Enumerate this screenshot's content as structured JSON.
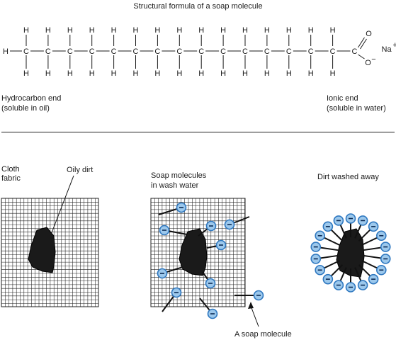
{
  "title": "Structural formula of a soap molecule",
  "formula": {
    "carbon_count": 16,
    "h_symbol": "H",
    "c_symbol": "C",
    "o_symbol": "O",
    "minus": "−",
    "na": "Na",
    "plus": "+"
  },
  "ends": {
    "hydrocarbon_line1": "Hydrocarbon end",
    "hydrocarbon_line2": "(soluble in oil)",
    "ionic_line1": "Ionic end",
    "ionic_line2": "(soluble in water)"
  },
  "panel1": {
    "cloth_line1": "Cloth",
    "cloth_line2": "fabric",
    "dirt_label": "Oily dirt"
  },
  "panel2": {
    "label_line1": "Soap molecules",
    "label_line2": "in wash water",
    "soap_label": "A soap molecule"
  },
  "panel3": {
    "label": "Dirt washed away"
  },
  "colors": {
    "ion_fill": "#9cc8ec",
    "ion_stroke": "#2f78c0",
    "dirt": "#1a1a1a",
    "grid": "#222222"
  }
}
